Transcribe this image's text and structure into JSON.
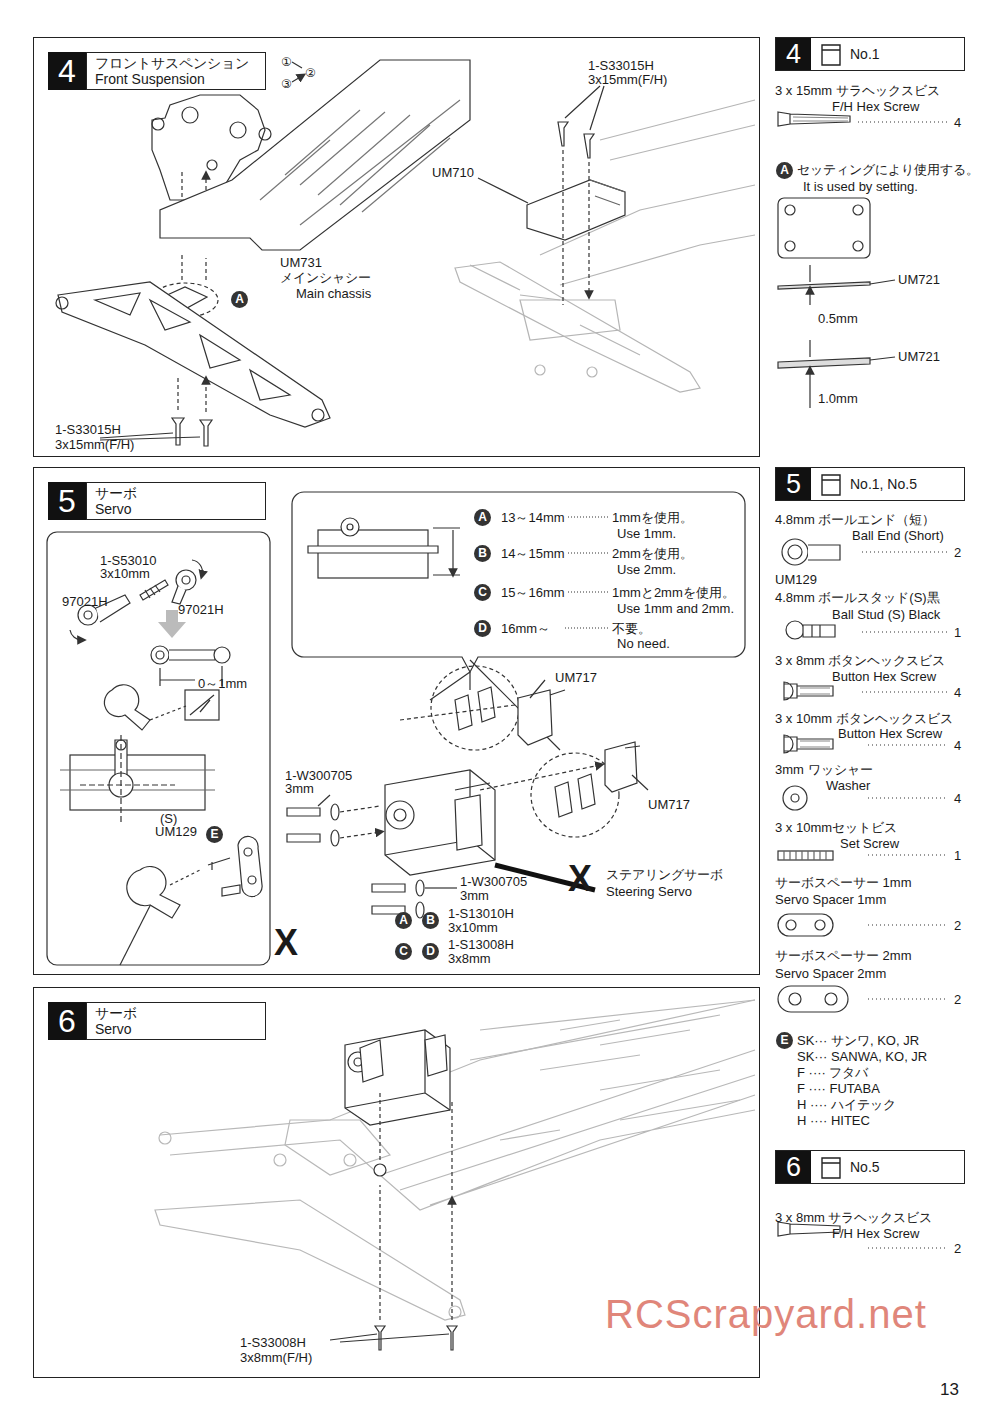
{
  "diagram": {
    "nodes": [
      {
        "text": [
          "4",
          "フロントサスペンション",
          "Front Suspension"
        ]
      },
      {
        "text": [
          "4",
          "No.1"
        ]
      },
      {
        "text": [
          "5",
          "サーボ",
          "Servo"
        ]
      },
      {
        "text": [
          "X"
        ],
        "in": 2
      },
      {
        "text": [
          "X"
        ],
        "in": 2
      },
      {
        "text": [
          "5",
          "No.1, No.5"
        ]
      },
      {
        "text": [
          "6",
          "サーボ",
          "Servo"
        ]
      },
      {
        "text": [
          "6",
          "No.5"
        ]
      }
    ],
    "labels": [
      "①",
      "②",
      "③",
      "1-S33015H",
      "3x15mm(F/H)",
      "UM710",
      "UM731",
      "メインシャシー",
      "Main chassis",
      "A",
      "1-S33015H",
      "3x15mm(F/H)",
      "3 x 15mm サラヘックスビス",
      "F/H Hex Screw",
      "4",
      "A",
      "セッティングにより使用する。",
      "It is used by setting.",
      "UM721",
      "0.5mm",
      "UM721",
      "1.0mm",
      "1-S53010",
      "3x10mm",
      "97021H",
      "97021H",
      "0～1mm",
      "A",
      "13～14mm",
      "1mmを使用。",
      "Use 1mm.",
      "B",
      "14～15mm",
      "2mmを使用。",
      "Use 2mm.",
      "C",
      "15～16mm",
      "1mmと2mmを使用。",
      "Use 1mm and 2mm.",
      "D",
      "16mm～",
      "不要。",
      "No need.",
      "UM717",
      "UM717",
      "1-W300705",
      "3mm",
      "(S)",
      "UM129",
      "E",
      "ステアリングサーボ",
      "Steering Servo",
      "1-W300705",
      "3mm",
      "A",
      "B",
      "1-S13010H",
      "3x10mm",
      "C",
      "D",
      "1-S13008H",
      "3x8mm",
      "4.8mm ボールエンド（短）",
      "Ball End (Short)",
      "2",
      "UM129",
      "4.8mm ボールスタッド(S)黒",
      "Ball Stud (S) Black",
      "1",
      "3 x 8mm ボタンヘックスビス",
      "Button Hex Screw",
      "4",
      "3 x 10mm ボタンヘックスビス",
      "Button Hex Screw",
      "4",
      "3mm ワッシャー",
      "Washer",
      "4",
      "3 x 10mmセットビス",
      "Set Screw",
      "1",
      "サーボスペーサー 1mm",
      "Servo Spacer 1mm",
      "2",
      "サーボスペーサー 2mm",
      "Servo Spacer 2mm",
      "2",
      "E",
      "SK··· サンワ, KO, JR",
      "SK··· SANWA, KO, JR",
      "F ···· フタバ",
      "F ···· FUTABA",
      "H ···· ハイテック",
      "H ···· HITEC",
      "1-S33008H",
      "3x8mm(F/H)",
      "3 x 8mm サラヘックスビス",
      "F/H Hex Screw",
      "2",
      "RCScrapyard.net",
      "13"
    ]
  }
}
